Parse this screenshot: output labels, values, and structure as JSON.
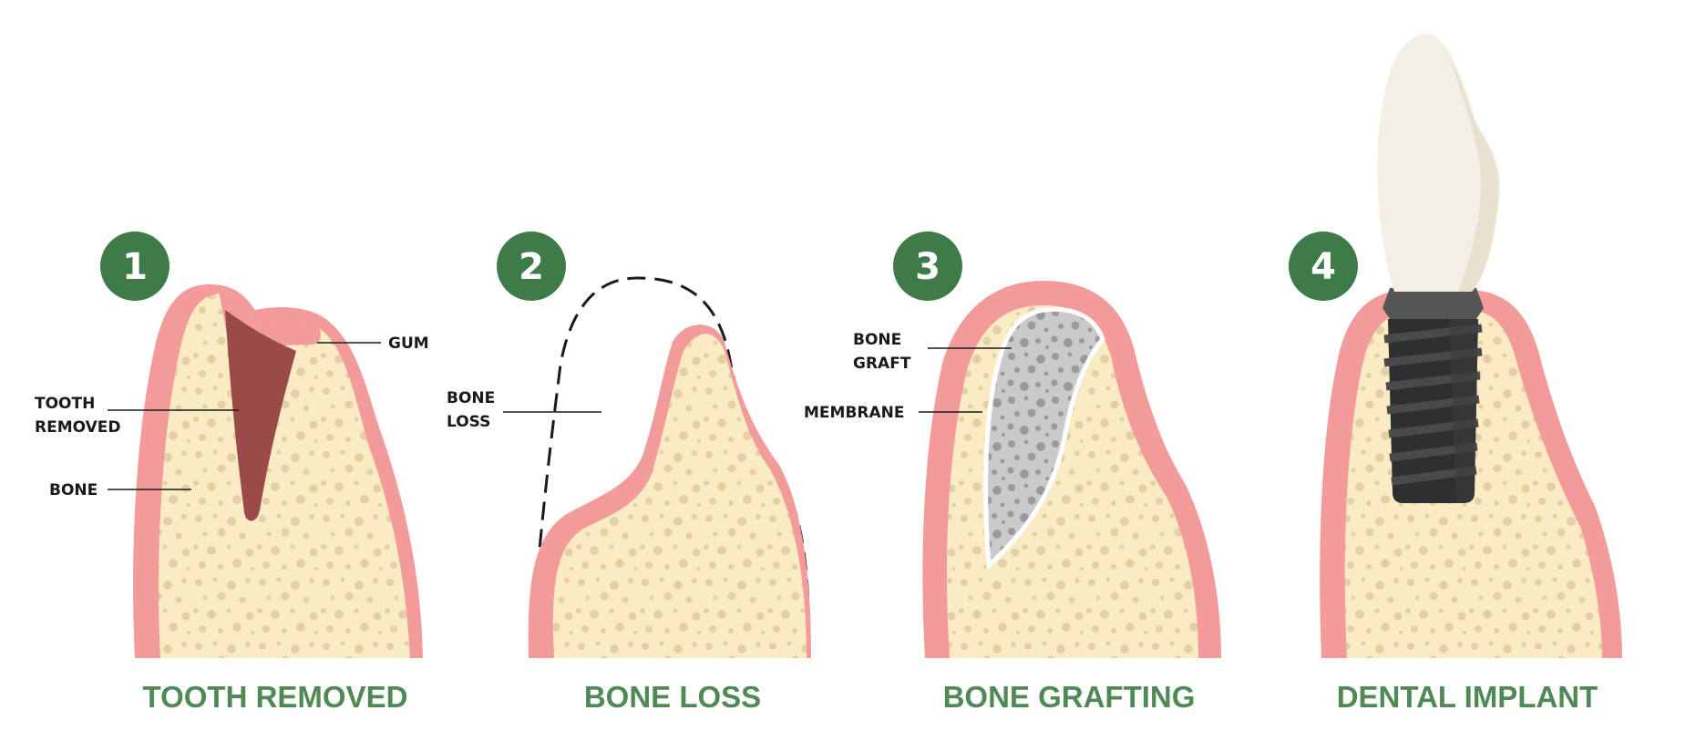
{
  "colors": {
    "gum": "#f39a9a",
    "bone": "#faebc2",
    "bone_dots": "#e4cfa6",
    "socket": "#9b4a4a",
    "graft": "#c8c8c8",
    "graft_dots": "#9a9a9a",
    "badge": "#3f7a49",
    "caption": "#4f8a55",
    "implant": "#2f2f2f",
    "crown": "#f3efe6"
  },
  "panels": [
    {
      "number": "1",
      "caption": "TOOTH REMOVED",
      "labels": {
        "gum": "GUM",
        "tooth_line1": "TOOTH",
        "tooth_line2": "REMOVED",
        "bone": "BONE"
      }
    },
    {
      "number": "2",
      "caption": "BONE LOSS",
      "labels": {
        "line1": "BONE",
        "line2": "LOSS"
      }
    },
    {
      "number": "3",
      "caption": "BONE GRAFTING",
      "labels": {
        "graft_line1": "BONE",
        "graft_line2": "GRAFT",
        "membrane": "MEMBRANE"
      }
    },
    {
      "number": "4",
      "caption": "DENTAL IMPLANT",
      "labels": {}
    }
  ]
}
